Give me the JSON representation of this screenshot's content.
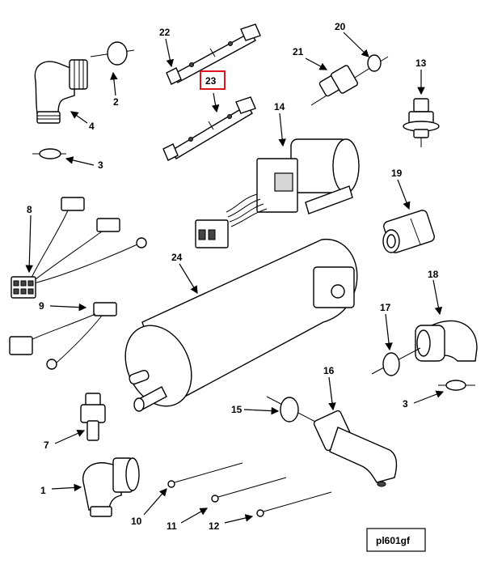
{
  "diagram": {
    "highlighted_callout": "23",
    "figure_ref": "pl601gf",
    "callouts": [
      {
        "id": "c1",
        "text": "1"
      },
      {
        "id": "c2",
        "text": "2"
      },
      {
        "id": "c3a",
        "text": "3"
      },
      {
        "id": "c3b",
        "text": "3"
      },
      {
        "id": "c4",
        "text": "4"
      },
      {
        "id": "c7",
        "text": "7"
      },
      {
        "id": "c8",
        "text": "8"
      },
      {
        "id": "c9",
        "text": "9"
      },
      {
        "id": "c10",
        "text": "10"
      },
      {
        "id": "c11",
        "text": "11"
      },
      {
        "id": "c12",
        "text": "12"
      },
      {
        "id": "c13",
        "text": "13"
      },
      {
        "id": "c14",
        "text": "14"
      },
      {
        "id": "c15",
        "text": "15"
      },
      {
        "id": "c16",
        "text": "16"
      },
      {
        "id": "c17",
        "text": "17"
      },
      {
        "id": "c18",
        "text": "18"
      },
      {
        "id": "c19",
        "text": "19"
      },
      {
        "id": "c20",
        "text": "20"
      },
      {
        "id": "c21",
        "text": "21"
      },
      {
        "id": "c22",
        "text": "22"
      },
      {
        "id": "c23",
        "text": "23"
      },
      {
        "id": "c24",
        "text": "24"
      }
    ],
    "colors": {
      "highlight": "#e0141c",
      "line": "#000000",
      "background": "#ffffff"
    }
  }
}
